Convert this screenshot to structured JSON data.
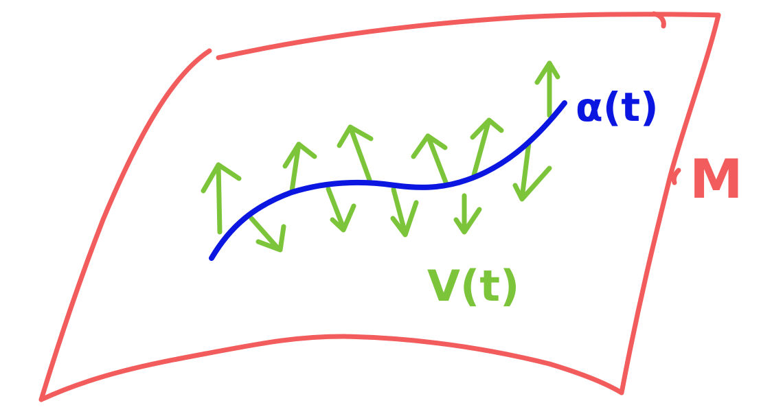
{
  "labels": {
    "curve": "α(t)",
    "field": "V(t)",
    "manifold": "M"
  },
  "colors": {
    "manifold": "#f25c5c",
    "curve": "#0b16e0",
    "field": "#7cc43a",
    "background": "#ffffff"
  }
}
